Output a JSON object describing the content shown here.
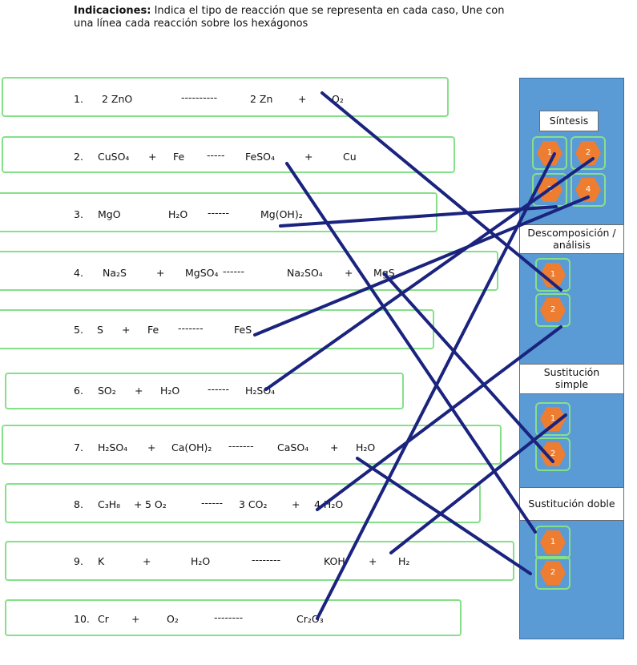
{
  "instructions": {
    "bold": "Indicaciones:",
    "line1": " Indica el tipo de reacción que se representa en cada caso, Une con",
    "line2": "una línea cada reacción sobre los hexágonos"
  },
  "reactions": [
    {
      "n": "1.",
      "parts": [
        "2 ZnO",
        "----------",
        "2 Zn",
        "+",
        "O₂"
      ]
    },
    {
      "n": "2.",
      "parts": [
        "CuSO₄",
        "+",
        "Fe",
        "-----",
        "FeSO₄",
        "+",
        "Cu"
      ]
    },
    {
      "n": "3.",
      "parts": [
        "MgO",
        "H₂O",
        "------",
        "Mg(OH)₂"
      ]
    },
    {
      "n": "4.",
      "parts": [
        "Na₂S",
        "+",
        "MgSO₄",
        "------",
        "Na₂SO₄",
        "+",
        "MgS"
      ]
    },
    {
      "n": "5.",
      "parts": [
        "S",
        "+",
        "Fe",
        "-------",
        "FeS"
      ]
    },
    {
      "n": "6.",
      "parts": [
        "SO₂",
        "+",
        "H₂O",
        "------",
        "H₂SO₄"
      ]
    },
    {
      "n": "7.",
      "parts": [
        "H₂SO₄",
        "+",
        "Ca(OH)₂",
        "-------",
        "CaSO₄",
        "+",
        "H₂O"
      ]
    },
    {
      "n": "8.",
      "parts": [
        "C₃H₈",
        "+",
        "5 O₂",
        "------",
        "3 CO₂",
        "+",
        "4 H₂O"
      ]
    },
    {
      "n": "9.",
      "parts": [
        "K",
        "+",
        "H₂O",
        "--------",
        "KOH",
        "+",
        "H₂"
      ]
    },
    {
      "n": "10.",
      "parts": [
        "Cr",
        "+",
        "O₂",
        "--------",
        "Cr₂O₃"
      ]
    }
  ],
  "categories": {
    "sintesis": "Síntesis",
    "descomposicion": "Descomposición / análisis",
    "sustitucion_simple": "Sustitución simple",
    "sustitucion_doble": "Sustitución doble"
  },
  "hexagons": {
    "sintesis": [
      "1",
      "2",
      "3",
      "4"
    ],
    "descomposicion": [
      "1",
      "2"
    ],
    "sustitucion_simple": [
      "1",
      "2"
    ],
    "sustitucion_doble": [
      "1",
      "2"
    ]
  },
  "colors": {
    "panel": "#5b9bd5",
    "hex": "#ed7d31",
    "border": "#86e08a",
    "line": "#1a237e"
  }
}
